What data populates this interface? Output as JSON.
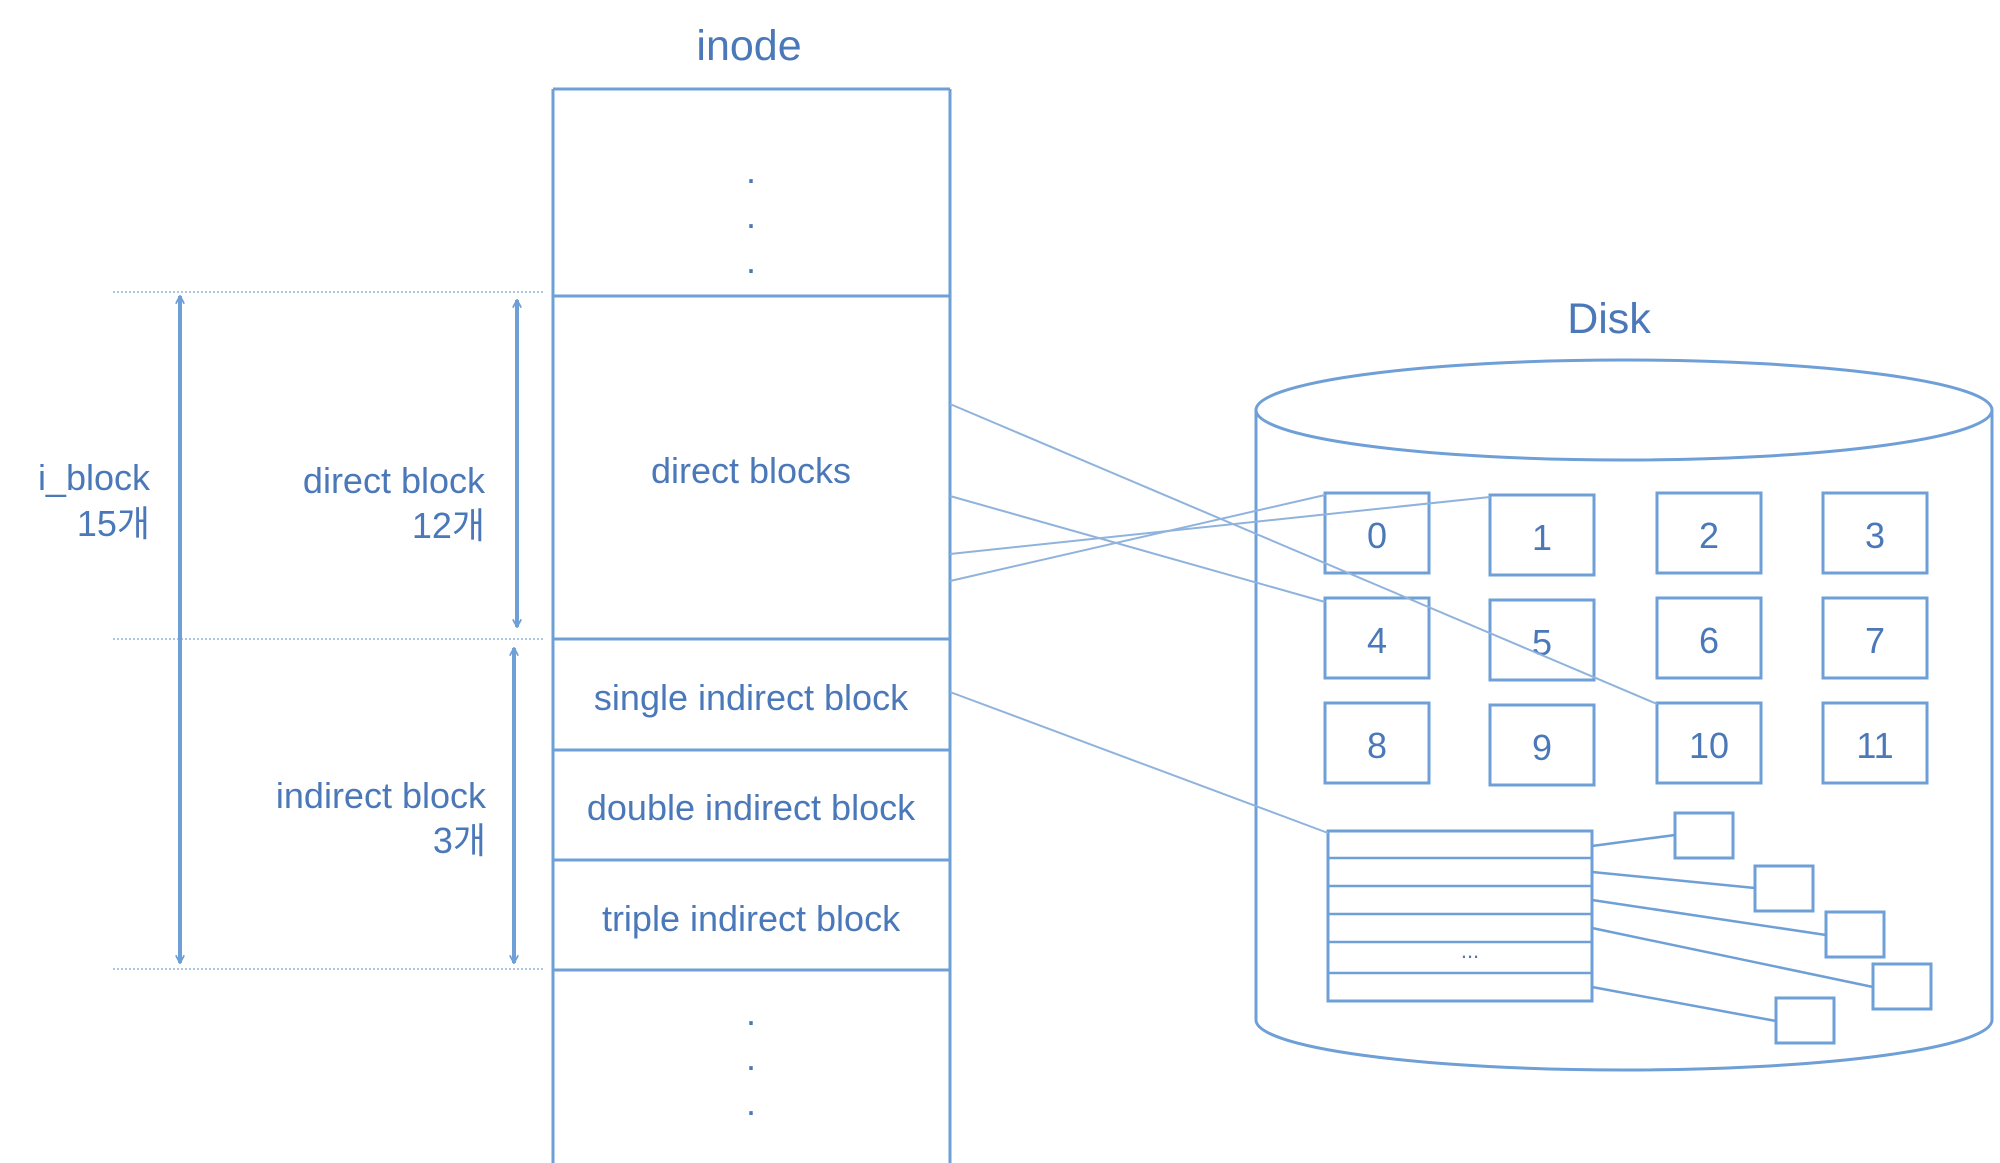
{
  "inode": {
    "title": "inode",
    "top_dots": ".",
    "bottom_dots": ".",
    "direct_blocks": "direct blocks",
    "single_indirect": "single indirect block",
    "double_indirect": "double indirect block",
    "triple_indirect": "triple indirect block"
  },
  "annotations": {
    "i_block": "i_block",
    "i_block_count": "15개",
    "direct_block": "direct block",
    "direct_block_count": "12개",
    "indirect_block": "indirect block",
    "indirect_block_count": "3개"
  },
  "disk": {
    "title": "Disk",
    "blocks": [
      "0",
      "1",
      "2",
      "3",
      "4",
      "5",
      "6",
      "7",
      "8",
      "9",
      "10",
      "11"
    ],
    "index_ellipsis": "..."
  },
  "colors": {
    "stroke": "#6e9fd6",
    "text": "#4a78b8"
  }
}
